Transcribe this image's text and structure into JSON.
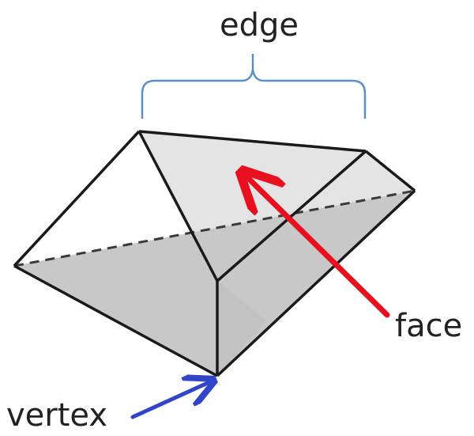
{
  "labels": {
    "edge": "edge",
    "face": "face",
    "vertex": "vertex"
  },
  "colors": {
    "edge_stroke": "#1a1a1a",
    "light_face": "#e4e4e4",
    "dark_face": "#c8c8c8",
    "brace": "#5b8fc9",
    "face_arrow": "#e8101e",
    "vertex_arrow": "#3245c8"
  }
}
